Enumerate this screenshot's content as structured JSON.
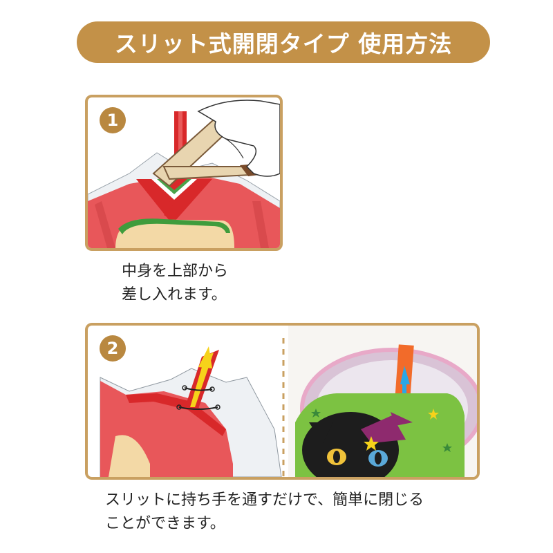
{
  "banner": {
    "title": "スリット式開閉タイプ 使用方法"
  },
  "steps": [
    {
      "number": "1",
      "caption_lines": [
        "中身を上部から",
        "差し入れます。"
      ]
    },
    {
      "number": "2",
      "caption_lines": [
        "スリットに持ち手を通すだけで、簡単に閉じる",
        "ことができます。"
      ]
    }
  ],
  "colors": {
    "banner_bg": "#c39148",
    "panel_border": "#c9a061",
    "badge_bg": "#b98840",
    "bag_red": "#e8575a",
    "strip_red": "#d8282a",
    "arrow_yellow": "#f6d21a",
    "cat_green": "#7cc242",
    "arrow_blue": "#2aa7e6",
    "tab_orange": "#f26b2a"
  }
}
